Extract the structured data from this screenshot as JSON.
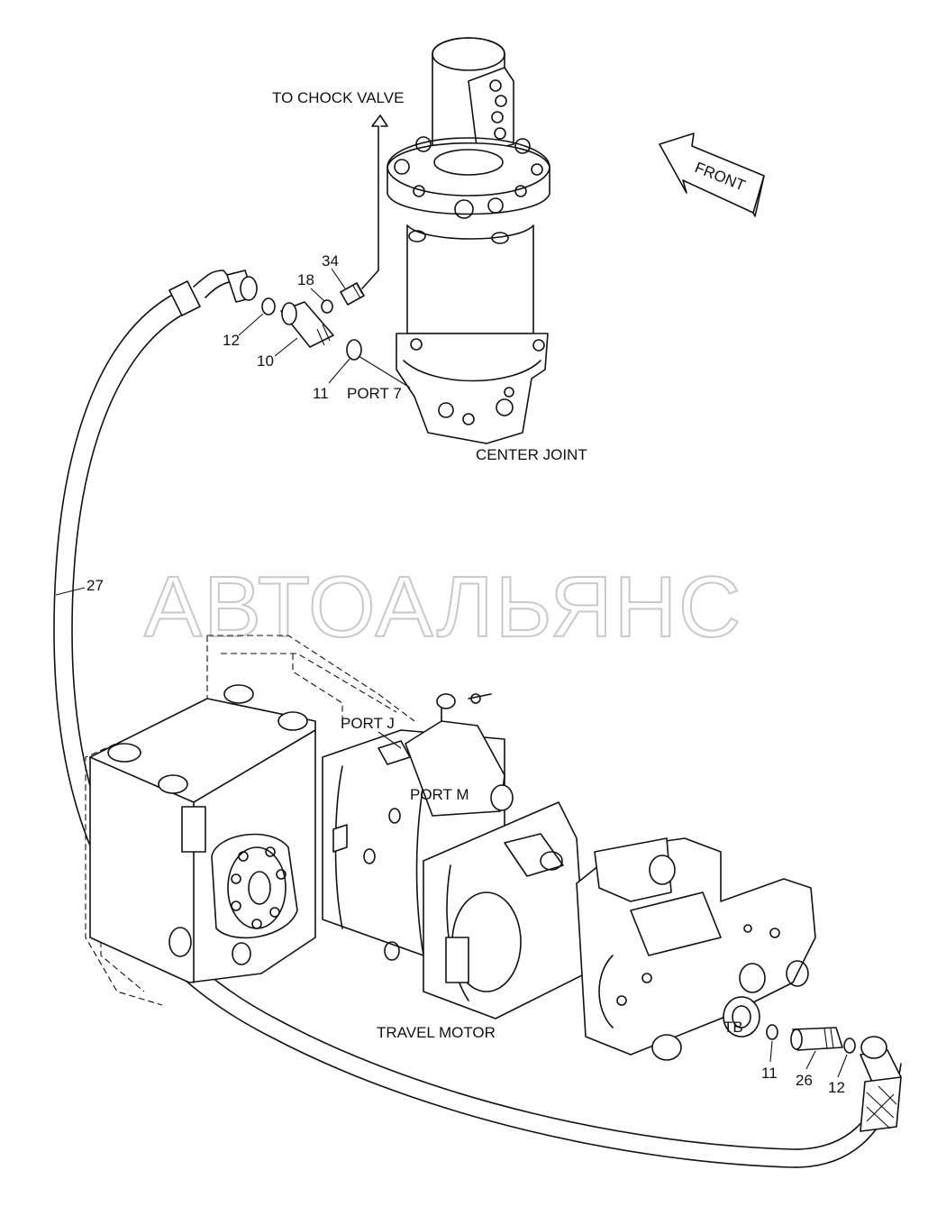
{
  "labels": {
    "to_chock_valve": "TO CHOCK VALVE",
    "front": "FRONT",
    "center_joint": "CENTER JOINT",
    "port_7": "PORT 7",
    "port_j": "PORT J",
    "port_m": "PORT M",
    "travel_motor": "TRAVEL MOTOR",
    "port_tb": "TB"
  },
  "callouts": {
    "p34": "34",
    "p18": "18",
    "p12_top": "12",
    "p10": "10",
    "p11_top": "11",
    "p27": "27",
    "p11_bottom": "11",
    "p26": "26",
    "p12_bottom": "12"
  },
  "watermark": "АВТОАЛЬЯНС"
}
